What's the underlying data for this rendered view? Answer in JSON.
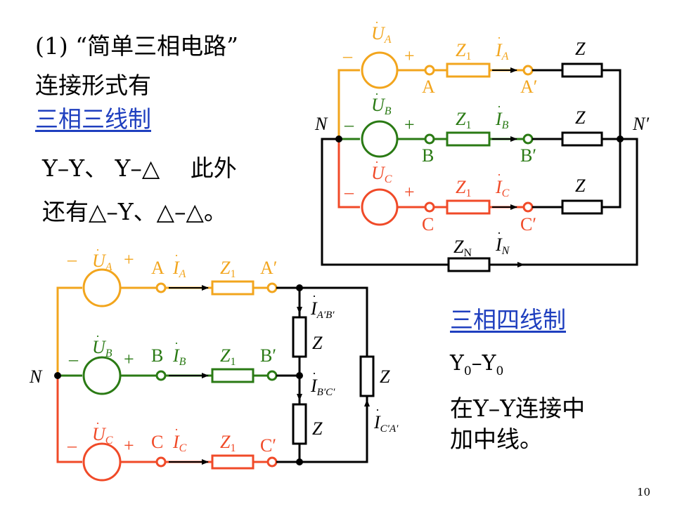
{
  "slide": {
    "line1": "(1) “简单三相电路”",
    "line2": "连接形式有",
    "three_wire_link": "三相三线制",
    "line4": "Y–Y、 Y–△　 此外",
    "line5": "还有△–Y、△–△。",
    "four_wire_link": "三相四线制",
    "y0_y0": "Y",
    "y0_y0_sub": "0",
    "y0_dash": "–Y",
    "neutral_text1": "在Y–Y连接中",
    "neutral_text2": "加中线。",
    "page_number": "10"
  },
  "colors": {
    "phase_a": "#f2a51d",
    "phase_b": "#2a7a14",
    "phase_c": "#f04a28",
    "wire": "#000000",
    "link": "#1f3fbf"
  },
  "diagram_top": {
    "sources": [
      {
        "phase": "A",
        "voltage": "U",
        "sub": "A"
      },
      {
        "phase": "B",
        "voltage": "U",
        "sub": "B"
      },
      {
        "phase": "C",
        "voltage": "U",
        "sub": "C"
      }
    ],
    "nodes": {
      "a": "A",
      "b": "B",
      "c": "C",
      "a2": "A′",
      "b2": "B′",
      "c2": "C′"
    },
    "neutral_left": "N",
    "neutral_right": "N′",
    "line_impedance": "Z",
    "line_impedance_sub": "1",
    "load_impedance": "Z",
    "currents": {
      "a": "I",
      "b": "I",
      "c": "I",
      "sub_a": "A",
      "sub_b": "B",
      "sub_c": "C",
      "n": "I",
      "sub_n": "N"
    },
    "neutral_impedance": "Z",
    "neutral_impedance_sub": "N",
    "minus": "–",
    "plus": "+"
  },
  "diagram_bottom": {
    "sources": [
      {
        "phase": "A",
        "voltage": "U",
        "sub": "A"
      },
      {
        "phase": "B",
        "voltage": "U",
        "sub": "B"
      },
      {
        "phase": "C",
        "voltage": "U",
        "sub": "C"
      }
    ],
    "nodes": {
      "a": "A",
      "b": "B",
      "c": "C",
      "a2": "A′",
      "b2": "B′",
      "c2": "C′"
    },
    "neutral_left": "N",
    "line_impedance": "Z",
    "line_impedance_sub": "1",
    "load_impedance": "Z",
    "currents": {
      "a": "I",
      "b": "I",
      "c": "I",
      "sub_a": "A",
      "sub_b": "B",
      "sub_c": "C",
      "ab": "I",
      "sub_ab": "A′B′",
      "bc": "I",
      "sub_bc": "B′C′",
      "ca": "I",
      "sub_ca": "C′A′"
    },
    "minus": "–",
    "plus": "+"
  }
}
